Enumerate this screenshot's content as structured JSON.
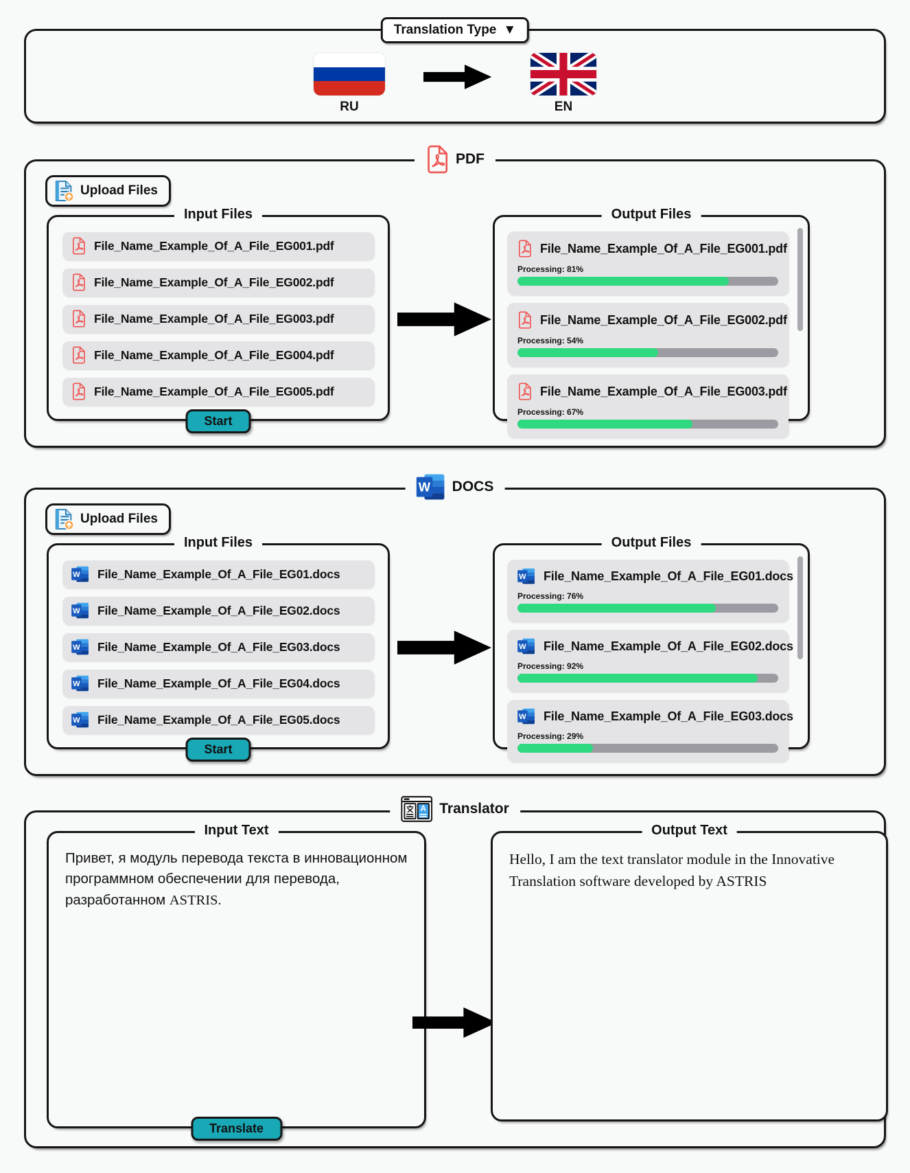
{
  "colors": {
    "accent_teal": "#18a8b6",
    "progress_green": "#2fd980",
    "progress_track": "#9b9ba1",
    "row_background": "#e4e4e6",
    "pdf_red": "#ef5350",
    "word_blue": "#185abd",
    "border": "#161616"
  },
  "translation_type": {
    "label": "Translation Type",
    "caret": "▼",
    "source_code": "RU",
    "target_code": "EN"
  },
  "pdf_section": {
    "title": "PDF",
    "upload_button": "Upload Files",
    "start_button": "Start",
    "input_panel": {
      "title": "Input Files",
      "files": [
        {
          "name": "File_Name_Example_Of_A_File_EG001.pdf"
        },
        {
          "name": "File_Name_Example_Of_A_File_EG002.pdf"
        },
        {
          "name": "File_Name_Example_Of_A_File_EG003.pdf"
        },
        {
          "name": "File_Name_Example_Of_A_File_EG004.pdf"
        },
        {
          "name": "File_Name_Example_Of_A_File_EG005.pdf"
        }
      ]
    },
    "output_panel": {
      "title": "Output Files",
      "files": [
        {
          "name": "File_Name_Example_Of_A_File_EG001.pdf",
          "processing_label": "Processing: 81%",
          "percent": 81
        },
        {
          "name": "File_Name_Example_Of_A_File_EG002.pdf",
          "processing_label": "Processing: 54%",
          "percent": 54
        },
        {
          "name": "File_Name_Example_Of_A_File_EG003.pdf",
          "processing_label": "Processing: 67%",
          "percent": 67
        }
      ]
    }
  },
  "docs_section": {
    "title": "DOCS",
    "upload_button": "Upload Files",
    "start_button": "Start",
    "input_panel": {
      "title": "Input Files",
      "files": [
        {
          "name": "File_Name_Example_Of_A_File_EG01.docs"
        },
        {
          "name": "File_Name_Example_Of_A_File_EG02.docs"
        },
        {
          "name": "File_Name_Example_Of_A_File_EG03.docs"
        },
        {
          "name": "File_Name_Example_Of_A_File_EG04.docs"
        },
        {
          "name": "File_Name_Example_Of_A_File_EG05.docs"
        }
      ]
    },
    "output_panel": {
      "title": "Output Files",
      "files": [
        {
          "name": "File_Name_Example_Of_A_File_EG01.docs",
          "processing_label": "Processing: 76%",
          "percent": 76
        },
        {
          "name": "File_Name_Example_Of_A_File_EG02.docs",
          "processing_label": "Processing: 92%",
          "percent": 92
        },
        {
          "name": "File_Name_Example_Of_A_File_EG03.docs",
          "processing_label": "Processing: 29%",
          "percent": 29
        }
      ]
    }
  },
  "translator_section": {
    "title": "Translator",
    "translate_button": "Translate",
    "input_panel": {
      "title": "Input Text",
      "text": "Привет, я модуль перевода текста в инновационном программном обеспечении для перевода, разработанном ",
      "brand": "ASTRIS."
    },
    "output_panel": {
      "title": "Output Text",
      "text": "Hello, I am the text translator module in the Innovative Translation software developed by ASTRIS"
    }
  }
}
